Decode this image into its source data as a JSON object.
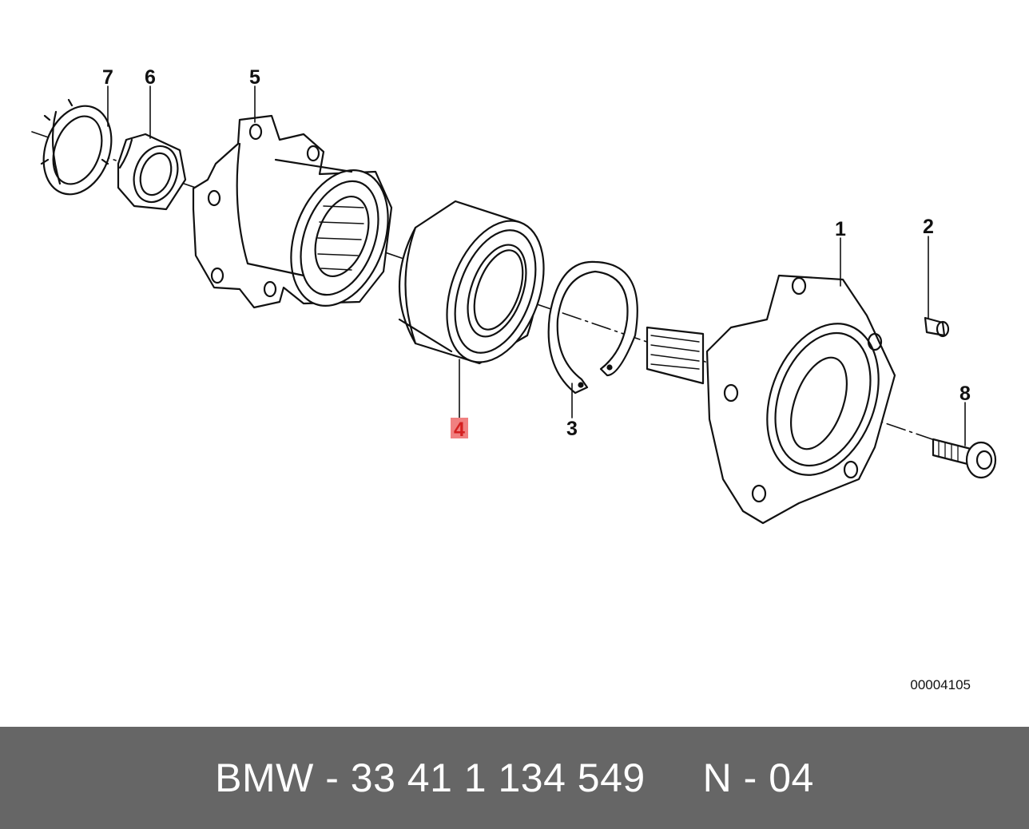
{
  "diagram": {
    "callouts": [
      {
        "id": "1",
        "text": "1"
      },
      {
        "id": "2",
        "text": "2"
      },
      {
        "id": "3",
        "text": "3"
      },
      {
        "id": "4",
        "text": "4",
        "highlighted": true
      },
      {
        "id": "5",
        "text": "5"
      },
      {
        "id": "6",
        "text": "6"
      },
      {
        "id": "7",
        "text": "7"
      },
      {
        "id": "8",
        "text": "8"
      }
    ],
    "reference_number": "00004105",
    "highlight_color": "#f08080",
    "line_color": "#111111"
  },
  "footer": {
    "text": "BMW - 33 41 1 134 549     N - 04",
    "background": "#666666"
  }
}
